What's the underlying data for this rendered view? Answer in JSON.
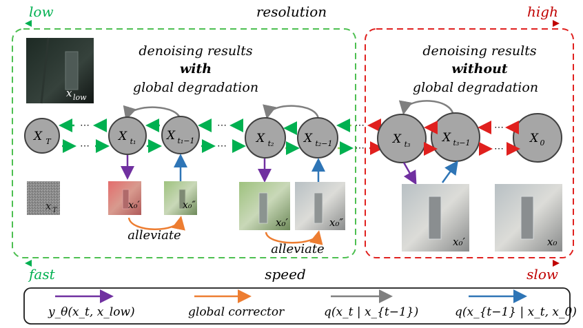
{
  "header": {
    "low": "low",
    "resolution": "resolution",
    "high": "high"
  },
  "left_panel": {
    "title_line1": "denoising results",
    "title_line2": "with",
    "title_line3": "global degradation",
    "x_low_label": "x",
    "x_low_sub": "low",
    "x_T_label": "x",
    "x_T_sub": "T",
    "nodes": [
      {
        "name": "X",
        "sub": "T"
      },
      {
        "name": "X",
        "sub": "t₁"
      },
      {
        "name": "X",
        "sub": "t₁−1"
      },
      {
        "name": "X",
        "sub": "t₂"
      },
      {
        "name": "X",
        "sub": "t₂−1"
      }
    ],
    "image_labels": [
      "x₀′",
      "x₀″",
      "x₀′",
      "x₀″"
    ],
    "alleviate_1": "alleviate",
    "alleviate_2": "alleviate"
  },
  "right_panel": {
    "title_line1": "denoising results",
    "title_line2": "without",
    "title_line3": "global degradation",
    "nodes": [
      {
        "name": "X",
        "sub": "t₃"
      },
      {
        "name": "X",
        "sub": "t₃−1"
      },
      {
        "name": "X",
        "sub": "0"
      }
    ],
    "image_labels": [
      "x₀′",
      "x₀"
    ]
  },
  "ellipsis": "⋯",
  "footer": {
    "fast": "fast",
    "speed": "speed",
    "slow": "slow"
  },
  "legend": {
    "items": [
      {
        "label": "y_θ(x_t, x_low)",
        "color": "#7030a0"
      },
      {
        "label": "global corrector",
        "color": "#ed7d31"
      },
      {
        "label": "q(x_t | x_{t−1})",
        "color": "#7f7f7f"
      },
      {
        "label": "q(x_{t−1} | x_t, x_0)",
        "color": "#2e75b6"
      }
    ]
  },
  "colors": {
    "green": "#00b050",
    "light_green": "#92d050",
    "red": "#e0201e",
    "node_fill": "#a6a6a6",
    "gray_arrow": "#7f7f7f",
    "purple": "#7030a0",
    "blue": "#2e75b6",
    "orange": "#ed7d31"
  }
}
